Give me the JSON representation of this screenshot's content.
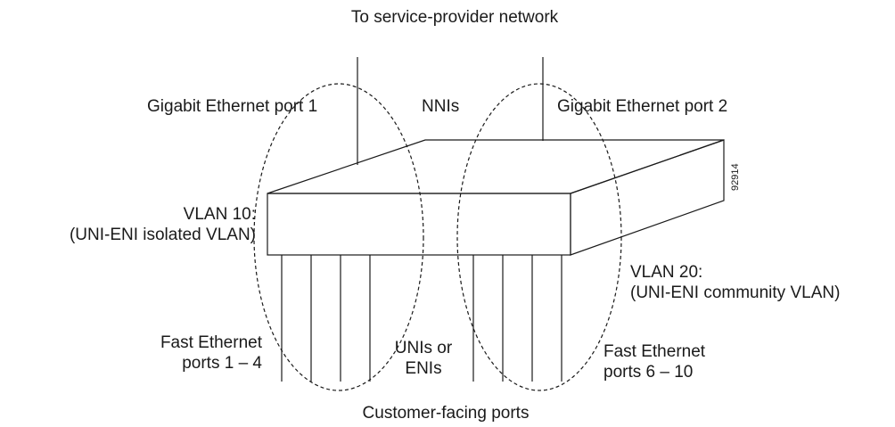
{
  "labels": {
    "top": "To service-provider network",
    "gig_port_1": "Gigabit Ethernet port 1",
    "nnis": "NNIs",
    "gig_port_2": "Gigabit Ethernet port 2",
    "vlan10_line1": "VLAN 10:",
    "vlan10_line2": "(UNI-ENI isolated VLAN)",
    "vlan20_line1": "VLAN 20:",
    "vlan20_line2": "(UNI-ENI community VLAN)",
    "fast_eth_left_line1": "Fast Ethernet",
    "fast_eth_left_line2": "ports 1 – 4",
    "unis_line1": "UNIs or",
    "unis_line2": "ENIs",
    "fast_eth_right_line1": "Fast Ethernet",
    "fast_eth_right_line2": "ports 6 – 10",
    "bottom": "Customer-facing ports",
    "figure_id": "92914"
  },
  "colors": {
    "line": "#1a1a1a",
    "background": "#ffffff"
  }
}
